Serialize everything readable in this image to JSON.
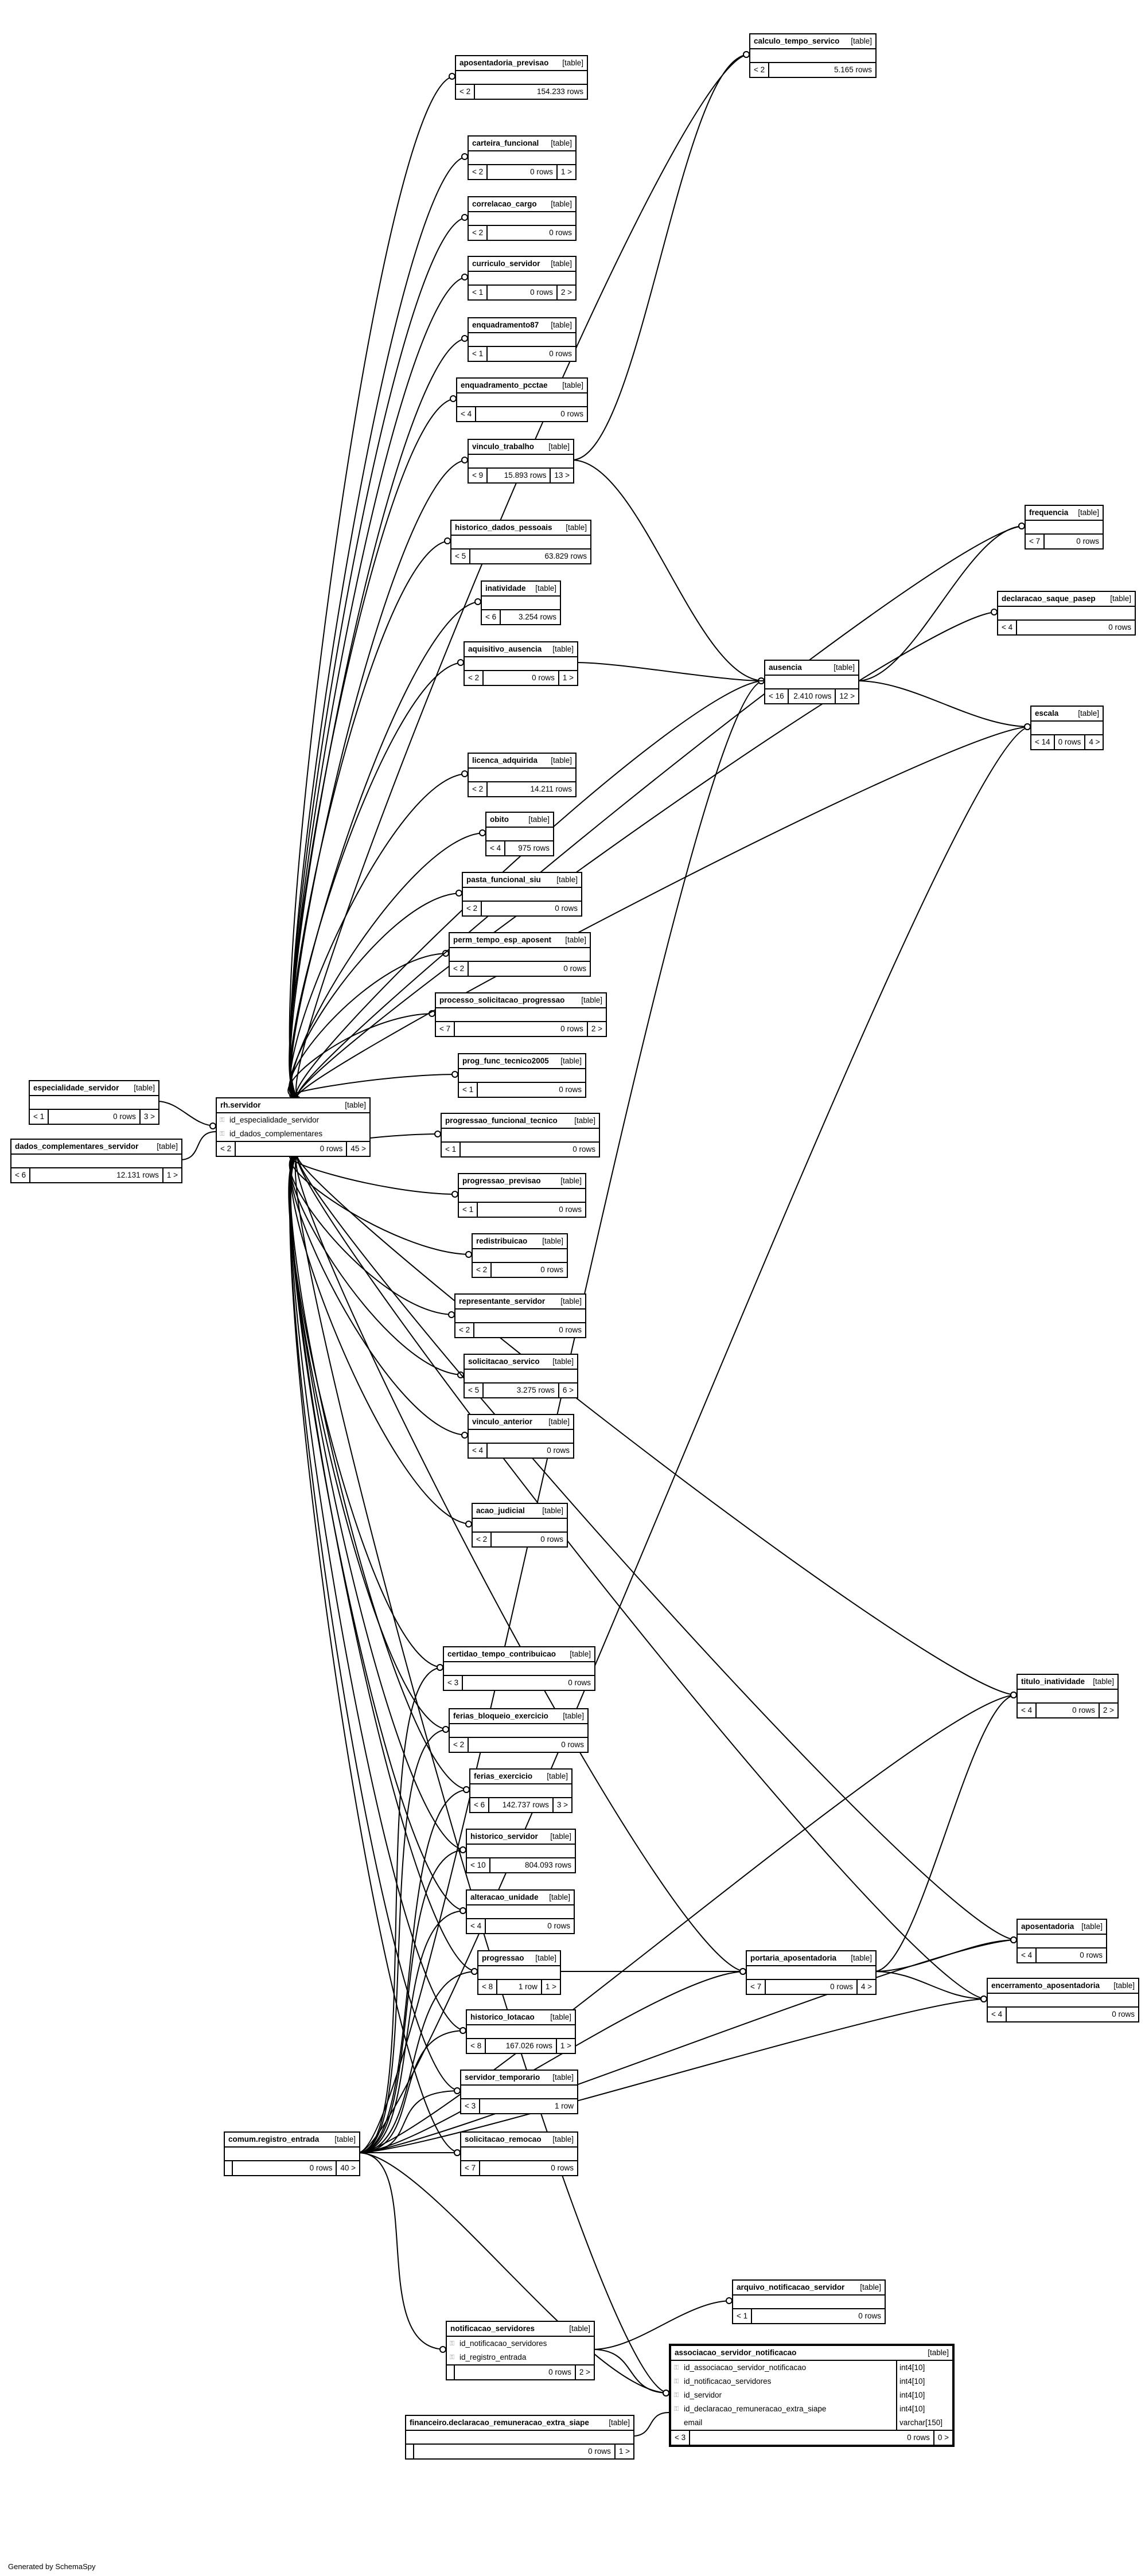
{
  "credit": "Generated by SchemaSpy",
  "tables": {
    "calculo_tempo_servico": {
      "name": "calculo_tempo_servico",
      "type": "[table]",
      "parents": "< 2",
      "rows": "5.165 rows",
      "children": ""
    },
    "aposentadoria_previsao": {
      "name": "aposentadoria_previsao",
      "type": "[table]",
      "parents": "< 2",
      "rows": "154.233 rows",
      "children": ""
    },
    "carteira_funcional": {
      "name": "carteira_funcional",
      "type": "[table]",
      "parents": "< 2",
      "rows": "0 rows",
      "children": "1 >"
    },
    "correlacao_cargo": {
      "name": "correlacao_cargo",
      "type": "[table]",
      "parents": "< 2",
      "rows": "0 rows",
      "children": ""
    },
    "curriculo_servidor": {
      "name": "curriculo_servidor",
      "type": "[table]",
      "parents": "< 1",
      "rows": "0 rows",
      "children": "2 >"
    },
    "enquadramento87": {
      "name": "enquadramento87",
      "type": "[table]",
      "parents": "< 1",
      "rows": "0 rows",
      "children": ""
    },
    "enquadramento_pcctae": {
      "name": "enquadramento_pcctae",
      "type": "[table]",
      "parents": "< 4",
      "rows": "0 rows",
      "children": ""
    },
    "vinculo_trabalho": {
      "name": "vinculo_trabalho",
      "type": "[table]",
      "parents": "< 9",
      "rows": "15.893 rows",
      "children": "13 >"
    },
    "historico_dados_pessoais": {
      "name": "historico_dados_pessoais",
      "type": "[table]",
      "parents": "< 5",
      "rows": "63.829 rows",
      "children": ""
    },
    "frequencia": {
      "name": "frequencia",
      "type": "[table]",
      "parents": "< 7",
      "rows": "0 rows",
      "children": ""
    },
    "declaracao_saque_pasep": {
      "name": "declaracao_saque_pasep",
      "type": "[table]",
      "parents": "< 4",
      "rows": "0 rows",
      "children": ""
    },
    "inatividade": {
      "name": "inatividade",
      "type": "[table]",
      "parents": "< 6",
      "rows": "3.254 rows",
      "children": ""
    },
    "aquisitivo_ausencia": {
      "name": "aquisitivo_ausencia",
      "type": "[table]",
      "parents": "< 2",
      "rows": "0 rows",
      "children": "1 >"
    },
    "ausencia": {
      "name": "ausencia",
      "type": "[table]",
      "parents": "< 16",
      "rows": "2.410 rows",
      "children": "12 >"
    },
    "escala": {
      "name": "escala",
      "type": "[table]",
      "parents": "< 14",
      "rows": "0 rows",
      "children": "4 >"
    },
    "licenca_adquirida": {
      "name": "licenca_adquirida",
      "type": "[table]",
      "parents": "< 2",
      "rows": "14.211 rows",
      "children": ""
    },
    "obito": {
      "name": "obito",
      "type": "[table]",
      "parents": "< 4",
      "rows": "975 rows",
      "children": ""
    },
    "pasta_funcional_siu": {
      "name": "pasta_funcional_siu",
      "type": "[table]",
      "parents": "< 2",
      "rows": "0 rows",
      "children": ""
    },
    "perm_tempo_esp_aposent": {
      "name": "perm_tempo_esp_aposent",
      "type": "[table]",
      "parents": "< 2",
      "rows": "0 rows",
      "children": ""
    },
    "processo_solicitacao_progressao": {
      "name": "processo_solicitacao_progressao",
      "type": "[table]",
      "parents": "< 7",
      "rows": "0 rows",
      "children": "2 >"
    },
    "prog_func_tecnico2005": {
      "name": "prog_func_tecnico2005",
      "type": "[table]",
      "parents": "< 1",
      "rows": "0 rows",
      "children": ""
    },
    "especialidade_servidor": {
      "name": "especialidade_servidor",
      "type": "[table]",
      "parents": "< 1",
      "rows": "0 rows",
      "children": "3 >"
    },
    "dados_complementares_servidor": {
      "name": "dados_complementares_servidor",
      "type": "[table]",
      "parents": "< 6",
      "rows": "12.131 rows",
      "children": "1 >"
    },
    "rh_servidor": {
      "name": "rh.servidor",
      "type": "[table]",
      "parents": "< 2",
      "rows": "0 rows",
      "children": "45 >",
      "columns": [
        {
          "key": "⚿",
          "name": "id_especialidade_servidor",
          "type": ""
        },
        {
          "key": "⚿",
          "name": "id_dados_complementares",
          "type": ""
        }
      ]
    },
    "progressao_funcional_tecnico": {
      "name": "progressao_funcional_tecnico",
      "type": "[table]",
      "parents": "< 1",
      "rows": "0 rows",
      "children": ""
    },
    "progressao_previsao": {
      "name": "progressao_previsao",
      "type": "[table]",
      "parents": "< 1",
      "rows": "0 rows",
      "children": ""
    },
    "redistribuicao": {
      "name": "redistribuicao",
      "type": "[table]",
      "parents": "< 2",
      "rows": "0 rows",
      "children": ""
    },
    "representante_servidor": {
      "name": "representante_servidor",
      "type": "[table]",
      "parents": "< 2",
      "rows": "0 rows",
      "children": ""
    },
    "solicitacao_servico": {
      "name": "solicitacao_servico",
      "type": "[table]",
      "parents": "< 5",
      "rows": "3.275 rows",
      "children": "6 >"
    },
    "vinculo_anterior": {
      "name": "vinculo_anterior",
      "type": "[table]",
      "parents": "< 4",
      "rows": "0 rows",
      "children": ""
    },
    "acao_judicial": {
      "name": "acao_judicial",
      "type": "[table]",
      "parents": "< 2",
      "rows": "0 rows",
      "children": ""
    },
    "certidao_tempo_contribuicao": {
      "name": "certidao_tempo_contribuicao",
      "type": "[table]",
      "parents": "< 3",
      "rows": "0 rows",
      "children": ""
    },
    "titulo_inatividade": {
      "name": "titulo_inatividade",
      "type": "[table]",
      "parents": "< 4",
      "rows": "0 rows",
      "children": "2 >"
    },
    "ferias_bloqueio_exercicio": {
      "name": "ferias_bloqueio_exercicio",
      "type": "[table]",
      "parents": "< 2",
      "rows": "0 rows",
      "children": ""
    },
    "ferias_exercicio": {
      "name": "ferias_exercicio",
      "type": "[table]",
      "parents": "< 6",
      "rows": "142.737 rows",
      "children": "3 >"
    },
    "historico_servidor": {
      "name": "historico_servidor",
      "type": "[table]",
      "parents": "< 10",
      "rows": "804.093 rows",
      "children": ""
    },
    "alteracao_unidade": {
      "name": "alteracao_unidade",
      "type": "[table]",
      "parents": "< 4",
      "rows": "0 rows",
      "children": ""
    },
    "aposentadoria": {
      "name": "aposentadoria",
      "type": "[table]",
      "parents": "< 4",
      "rows": "0 rows",
      "children": ""
    },
    "encerramento_aposentadoria": {
      "name": "encerramento_aposentadoria",
      "type": "[table]",
      "parents": "< 4",
      "rows": "0 rows",
      "children": ""
    },
    "progressao": {
      "name": "progressao",
      "type": "[table]",
      "parents": "< 8",
      "rows": "1 row",
      "children": "1 >"
    },
    "portaria_aposentadoria": {
      "name": "portaria_aposentadoria",
      "type": "[table]",
      "parents": "< 7",
      "rows": "0 rows",
      "children": "4 >"
    },
    "historico_lotacao": {
      "name": "historico_lotacao",
      "type": "[table]",
      "parents": "< 8",
      "rows": "167.026 rows",
      "children": "1 >"
    },
    "servidor_temporario": {
      "name": "servidor_temporario",
      "type": "[table]",
      "parents": "< 3",
      "rows": "1 row",
      "children": ""
    },
    "comum_registro_entrada": {
      "name": "comum.registro_entrada",
      "type": "[table]",
      "parents": "",
      "rows": "0 rows",
      "children": "40 >"
    },
    "solicitacao_remocao": {
      "name": "solicitacao_remocao",
      "type": "[table]",
      "parents": "< 7",
      "rows": "0 rows",
      "children": ""
    },
    "arquivo_notificacao_servidor": {
      "name": "arquivo_notificacao_servidor",
      "type": "[table]",
      "parents": "< 1",
      "rows": "0 rows",
      "children": ""
    },
    "notificacao_servidores": {
      "name": "notificacao_servidores",
      "type": "[table]",
      "parents": "",
      "rows": "0 rows",
      "children": "2 >",
      "columns": [
        {
          "key": "⚿",
          "name": "id_notificacao_servidores",
          "type": ""
        },
        {
          "key": "⚿",
          "name": "id_registro_entrada",
          "type": ""
        }
      ]
    },
    "associacao_servidor_notificacao": {
      "name": "associacao_servidor_notificacao",
      "type": "[table]",
      "parents": "< 3",
      "rows": "0 rows",
      "children": "0 >",
      "columns": [
        {
          "key": "⚿",
          "name": "id_associacao_servidor_notificacao",
          "type": "int4[10]"
        },
        {
          "key": "⚿",
          "name": "id_notificacao_servidores",
          "type": "int4[10]"
        },
        {
          "key": "⚿",
          "name": "id_servidor",
          "type": "int4[10]"
        },
        {
          "key": "⚿",
          "name": "id_declaracao_remuneracao_extra_siape",
          "type": "int4[10]"
        },
        {
          "key": "",
          "name": "email",
          "type": "varchar[150]"
        }
      ]
    },
    "financeiro_declaracao_remuneracao_extra_siape": {
      "name": "financeiro.declaracao_remuneracao_extra_siape",
      "type": "[table]",
      "parents": "",
      "rows": "0 rows",
      "children": "1 >"
    }
  }
}
